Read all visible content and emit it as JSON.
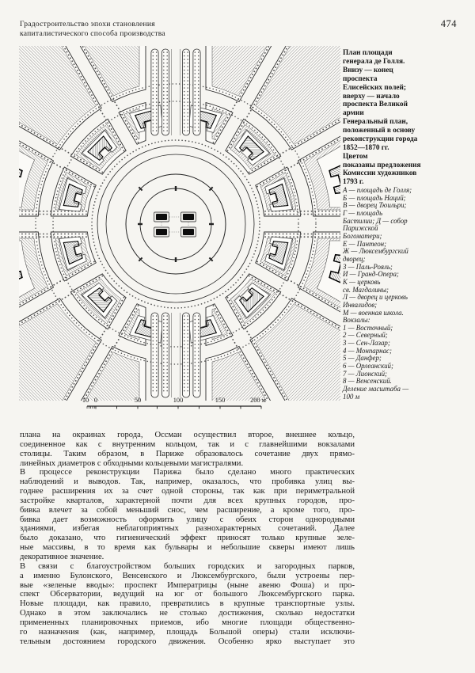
{
  "page": {
    "number": "474"
  },
  "header": {
    "lines": [
      "Градостроительство эпохи становления",
      "капиталистического способа производства"
    ]
  },
  "figure": {
    "caption_place_lines": [
      "План площади",
      "генерала де Голля.",
      "Внизу — конец",
      "проспекта",
      "Елисейских полей;",
      "вверху — начало",
      "проспекта Великой",
      "армии"
    ],
    "caption_general_lines": [
      "Генеральный план,",
      "положенный в основу",
      "реконструкции города",
      "1852—1870 гг.",
      "Цветом",
      "показаны предложения",
      "Комиссии художников",
      "1793 г."
    ],
    "legend_lines": [
      "А — площадь  де Голля;",
      "Б — площадь Наций;",
      "В — дворец Тюильри;",
      "Г — площадь",
      "Бастилии; Д — собор",
      "Парижской",
      "Богоматери;",
      "Е — Пантеон;",
      "Ж — Люксембургский",
      "дворец;",
      "З — Паль-Рояль;",
      "И — Гранд-Опера;",
      "К — церковь",
      "св. Магдалины;",
      "Л — дворец и церковь",
      "Инвалидов;",
      "М — военная школа.",
      "Вокзалы:",
      "1 — Восточный;",
      "2 — Северный;",
      "3 — Сен-Лазар;",
      "4 — Монпарнас;",
      "5 — Данфер;",
      "6 — Орлеанский;",
      "7 — Лионский;",
      "8 — Венсенский.",
      "Деление масштаба —",
      "100 м"
    ],
    "scale_labels": [
      "10",
      "0",
      "50",
      "100",
      "150",
      "200 м"
    ]
  },
  "body": {
    "paragraphs": [
      {
        "justify_last": false,
        "lines": [
          "плана на окраинах города, Оссман осуществил второе, внешнее кольцо,",
          "соединенное как с внутренним кольцом, так и с главнейшими вокзалами",
          "столицы. Таким образом, в Париже образовалось сочетание двух прямо-",
          "линейных диаметров с обходными кольцевыми магистралями."
        ]
      },
      {
        "justify_last": false,
        "lines": [
          "В процессе реконструкции Парижа было сделано много практических",
          "наблюдений и выводов. Так, например, оказалось, что пробивка улиц вы-",
          "годнее расширения их за счет одной стороны, так как при периметральной",
          "застройке кварталов, характерной почти для всех крупных городов, про-",
          "бивка влечет за собой меньший снос, чем расширение, а кроме того, про-",
          "бивка дает возможность оформить улицу с обеих сторон однородными",
          "зданиями, избегая неблагоприятных разнохарактерных сочетаний. Далее",
          "было доказано, что гигиенический эффект приносят только крупные зеле-",
          "ные массивы, в то время как бульвары и небольшие скверы имеют лишь",
          "декоративное значение."
        ]
      },
      {
        "justify_last": true,
        "lines": [
          "В связи с благоустройством больших городских и загородных парков,",
          "а именно Булонского, Венсенского и Люксембургского, были устроены пер-",
          "вые «зеленые вводы»: проспект Императрицы (ныне авеню Фоша) и про-",
          "спект Обсерватории, ведущий на юг от большого Люксембургского парка.",
          "Новые площади, как правило, превратились в крупные транспортные узлы.",
          "Однако в этом заключались не столько достижения, сколько  недостатки",
          "примененных планировочных приемов, ибо многие площади общественно-",
          "го назначения (как, например, площадь Большой оперы) стали исключи-",
          "тельным достоянием городского движения. Особенно ярко выступает это"
        ]
      }
    ]
  },
  "colors": {
    "ink": "#222222",
    "paper": "#f6f5f1",
    "dots": "#555555",
    "hatch": "#3d3d3d"
  }
}
